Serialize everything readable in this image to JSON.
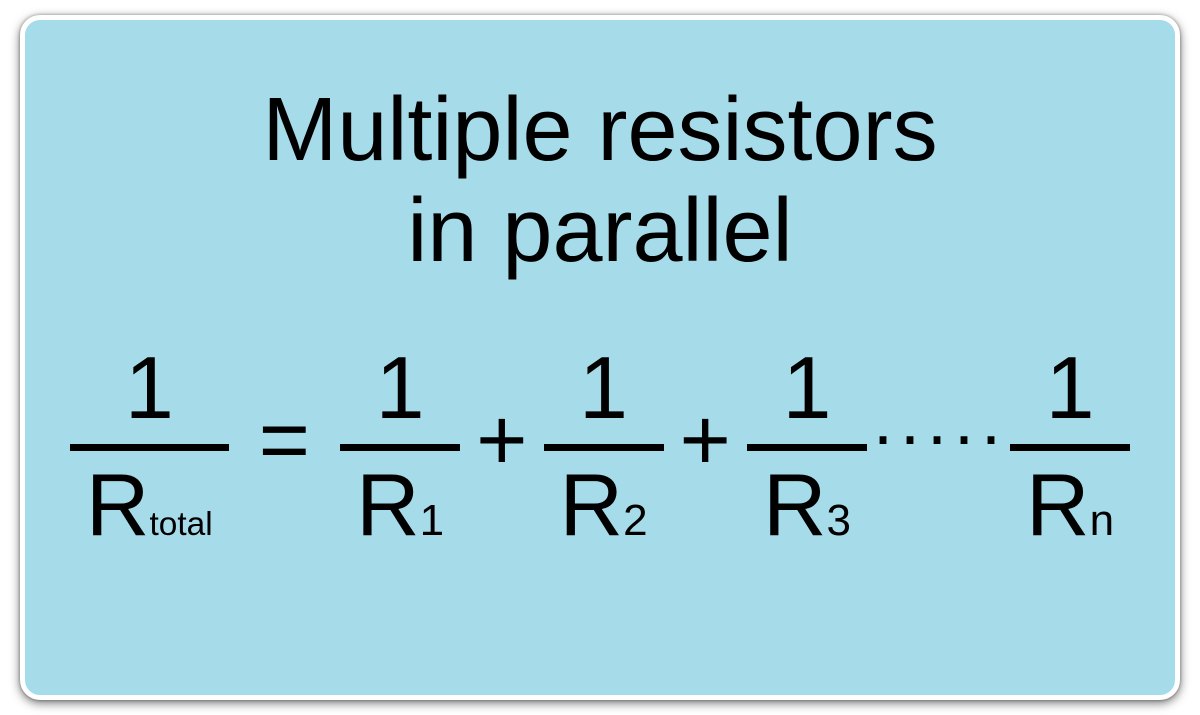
{
  "card": {
    "background_color": "#a6dbe9",
    "text_color": "#000000",
    "bar_color": "#000000"
  },
  "title": {
    "line1": "Multiple resistors",
    "line2": "in parallel"
  },
  "formula": {
    "lhs": {
      "numerator": "1",
      "den_base": "R",
      "den_sub": "total"
    },
    "equals_sign": "=",
    "plus_sign": "+",
    "ellipsis": ".....",
    "terms": [
      {
        "numerator": "1",
        "den_base": "R",
        "den_sub": "1"
      },
      {
        "numerator": "1",
        "den_base": "R",
        "den_sub": "2"
      },
      {
        "numerator": "1",
        "den_base": "R",
        "den_sub": "3"
      },
      {
        "numerator": "1",
        "den_base": "R",
        "den_sub": "n"
      }
    ]
  }
}
